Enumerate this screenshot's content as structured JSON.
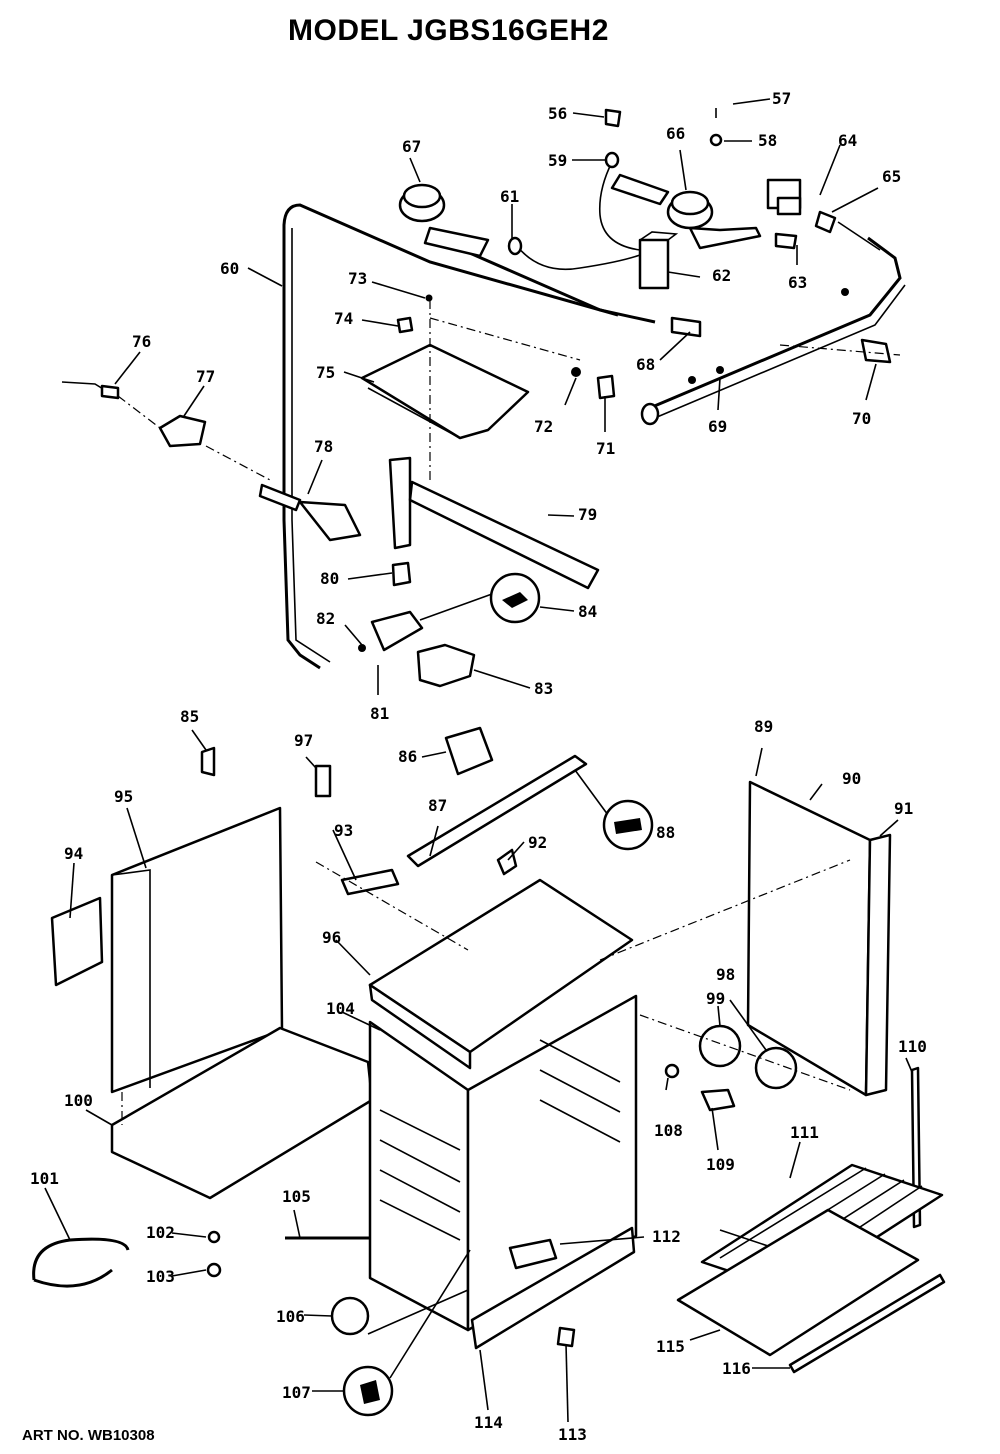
{
  "title": "MODEL JGBS16GEH2",
  "art_no": "ART NO. WB10308",
  "labels": {
    "p56": "56",
    "p57": "57",
    "p58": "58",
    "p59": "59",
    "p60": "60",
    "p61": "61",
    "p62": "62",
    "p63": "63",
    "p64": "64",
    "p65": "65",
    "p66": "66",
    "p67": "67",
    "p68": "68",
    "p69": "69",
    "p70": "70",
    "p71": "71",
    "p72": "72",
    "p73": "73",
    "p74": "74",
    "p75": "75",
    "p76": "76",
    "p77": "77",
    "p78": "78",
    "p79": "79",
    "p80": "80",
    "p81": "81",
    "p82": "82",
    "p83": "83",
    "p84": "84",
    "p85": "85",
    "p86": "86",
    "p87": "87",
    "p88": "88",
    "p89": "89",
    "p90": "90",
    "p91": "91",
    "p92": "92",
    "p93": "93",
    "p94": "94",
    "p95": "95",
    "p96": "96",
    "p97": "97",
    "p98": "98",
    "p99": "99",
    "p100": "100",
    "p101": "101",
    "p102": "102",
    "p103": "103",
    "p104": "104",
    "p105": "105",
    "p106": "106",
    "p107": "107",
    "p108": "108",
    "p109": "109",
    "p110": "110",
    "p111": "111",
    "p112": "112",
    "p113": "113",
    "p114": "114",
    "p115": "115",
    "p116": "116"
  }
}
